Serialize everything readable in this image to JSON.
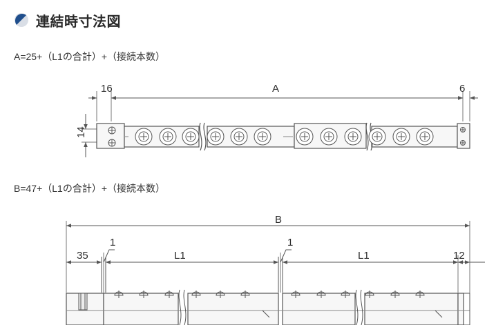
{
  "heading": {
    "title": "連結時寸法図",
    "icon": "circle-half-icon"
  },
  "colors": {
    "accent": "#1f4e8c",
    "line": "#555555",
    "dim": "#6c6c6c",
    "fill": "#f4f4f4"
  },
  "formulas": {
    "a": "A=25+（L1の合計）+（接続本数）",
    "b": "B=47+（L1の合計）+（接続本数）"
  },
  "top_view": {
    "dims": {
      "left": "16",
      "overall": "A",
      "right": "6",
      "height": "14"
    }
  },
  "side_view": {
    "dims": {
      "overall": "B",
      "left": "35",
      "gap1": "1",
      "seg1": "L1",
      "gap2": "1",
      "seg2": "L1",
      "right": "12"
    }
  }
}
